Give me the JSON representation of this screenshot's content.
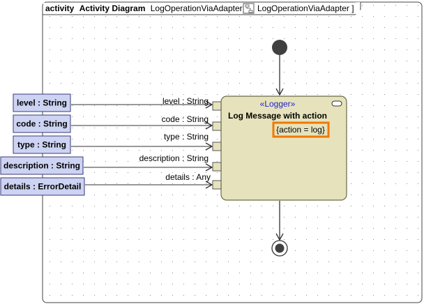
{
  "frame": {
    "kind": "activity",
    "name": "Activity Diagram",
    "subject": "LogOperationViaAdapter [",
    "subject_ref": "LogOperationViaAdapter ]"
  },
  "parameters": [
    {
      "label": "level : String",
      "pin": "level : String"
    },
    {
      "label": "code : String",
      "pin": "code : String"
    },
    {
      "label": "type : String",
      "pin": "type : String"
    },
    {
      "label": "description : String",
      "pin": "description : String"
    },
    {
      "label": "details : ErrorDetail",
      "pin": "details : Any"
    }
  ],
  "action": {
    "stereotype": "«Logger»",
    "name": "Log Message with action",
    "constraint": "{action = log}"
  },
  "colors": {
    "param_fill": "#cdd3f2",
    "param_border": "#3a3a7a",
    "action_fill": "#e6e3bc",
    "action_border": "#6b6b4a",
    "pin_fill": "#e6e3bc",
    "highlight": "#f07800",
    "node_fill": "#404040",
    "stereotype_color": "#2222cc"
  }
}
